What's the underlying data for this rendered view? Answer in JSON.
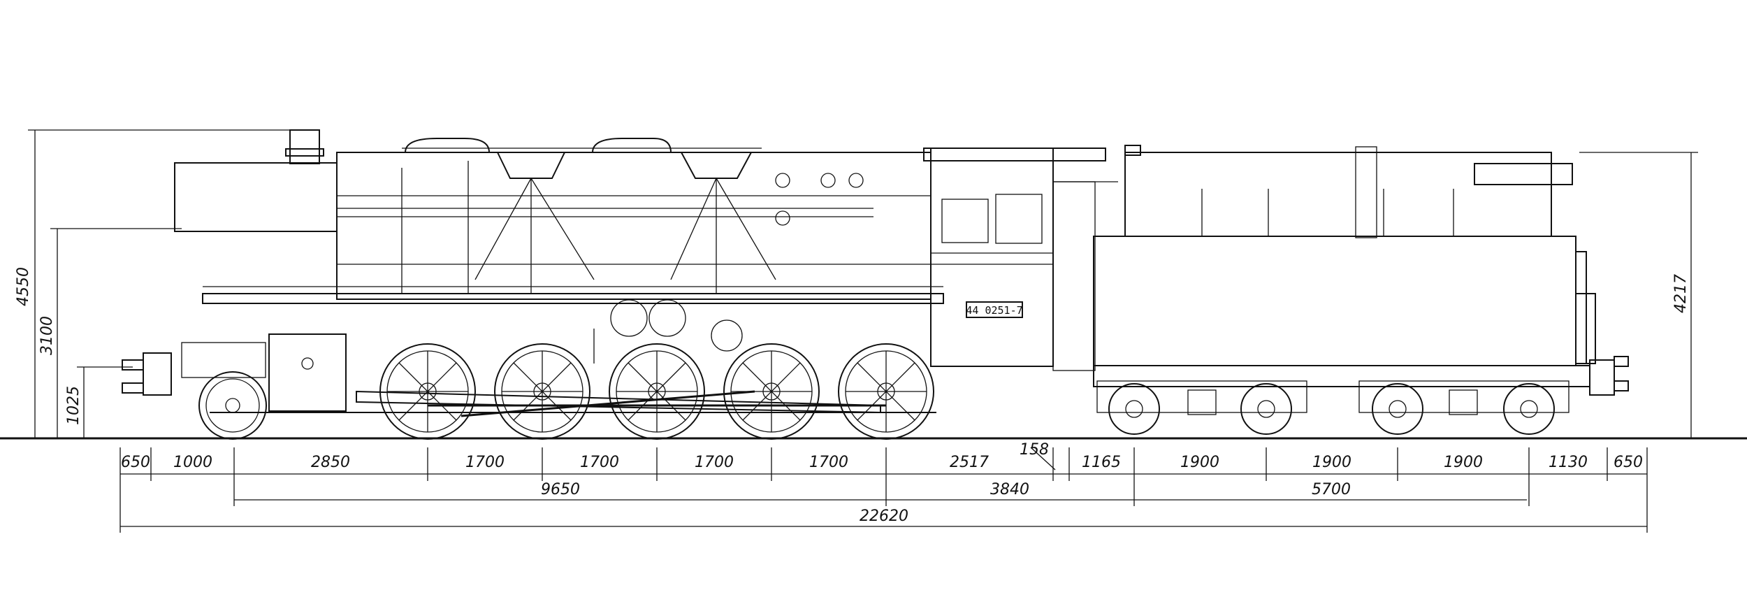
{
  "locomotive": {
    "number_plate": "44 0251-7"
  },
  "dimensions": {
    "heights": [
      "4550",
      "3100",
      "1025",
      "4217"
    ],
    "bottom_row": [
      "650",
      "1000",
      "2850",
      "1700",
      "1700",
      "1700",
      "1700",
      "2517",
      "158",
      "1165",
      "1900",
      "1900",
      "1900",
      "1130",
      "650"
    ],
    "middle_row": [
      "9650",
      "3840",
      "5700"
    ],
    "overall": "22620"
  }
}
